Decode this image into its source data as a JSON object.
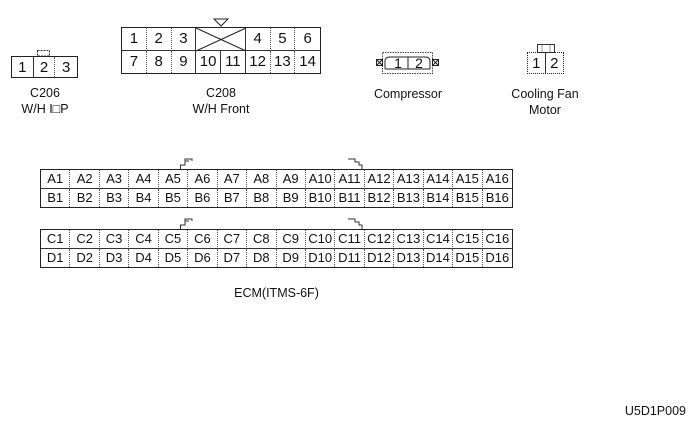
{
  "connectors": {
    "c206": {
      "name": "C206",
      "desc": "W/H I□P",
      "pins": [
        "1",
        "2",
        "3"
      ]
    },
    "c208": {
      "name": "C208",
      "desc": "W/H Front",
      "top_row": [
        "1",
        "2",
        "3",
        "",
        "4",
        "5",
        "6"
      ],
      "bottom_row": [
        "7",
        "8",
        "9",
        "10",
        "11",
        "12",
        "13",
        "14"
      ]
    },
    "compressor": {
      "name": "Compressor",
      "pins": [
        "1",
        "2"
      ]
    },
    "cooling_fan": {
      "name": "Cooling Fan",
      "name2": "Motor",
      "pins": [
        "1",
        "2"
      ]
    },
    "ecm": {
      "name": "ECM(ITMS-6F)",
      "row_a": [
        "A1",
        "A2",
        "A3",
        "A4",
        "A5",
        "A6",
        "A7",
        "A8",
        "A9",
        "A10",
        "A11",
        "A12",
        "A13",
        "A14",
        "A15",
        "A16"
      ],
      "row_b": [
        "B1",
        "B2",
        "B3",
        "B4",
        "B5",
        "B6",
        "B7",
        "B8",
        "B9",
        "B10",
        "B11",
        "B12",
        "B13",
        "B14",
        "B15",
        "B16"
      ],
      "row_c": [
        "C1",
        "C2",
        "C3",
        "C4",
        "C5",
        "C6",
        "C7",
        "C8",
        "C9",
        "C10",
        "C11",
        "C12",
        "C13",
        "C14",
        "C15",
        "C16"
      ],
      "row_d": [
        "D1",
        "D2",
        "D3",
        "D4",
        "D5",
        "D6",
        "D7",
        "D8",
        "D9",
        "D10",
        "D11",
        "D12",
        "D13",
        "D14",
        "D15",
        "D16"
      ]
    }
  },
  "figure_code": "U5D1P009"
}
